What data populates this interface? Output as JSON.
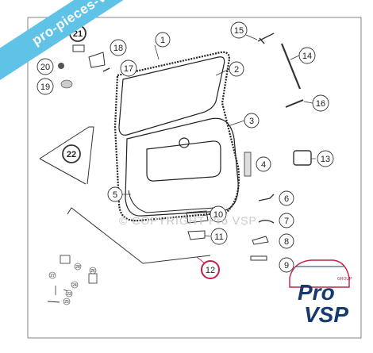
{
  "banner_text": "pro-pieces-vsp.com",
  "watermark_text": "© COPYRIGHT  Pro VSP",
  "logo": {
    "line1": "Pro",
    "line2": "VSP",
    "group": "GROUP"
  },
  "callouts": [
    {
      "id": "c1",
      "label": "1"
    },
    {
      "id": "c2",
      "label": "2"
    },
    {
      "id": "c3",
      "label": "3"
    },
    {
      "id": "c4",
      "label": "4"
    },
    {
      "id": "c5",
      "label": "5"
    },
    {
      "id": "c6",
      "label": "6"
    },
    {
      "id": "c7",
      "label": "7"
    },
    {
      "id": "c8",
      "label": "8"
    },
    {
      "id": "c9",
      "label": "9"
    },
    {
      "id": "c10",
      "label": "10"
    },
    {
      "id": "c11",
      "label": "11"
    },
    {
      "id": "c12",
      "label": "12"
    },
    {
      "id": "c13",
      "label": "13"
    },
    {
      "id": "c14",
      "label": "14"
    },
    {
      "id": "c15",
      "label": "15"
    },
    {
      "id": "c16",
      "label": "16"
    },
    {
      "id": "c17",
      "label": "17"
    },
    {
      "id": "c18",
      "label": "18"
    },
    {
      "id": "c19",
      "label": "19"
    },
    {
      "id": "c20",
      "label": "20"
    },
    {
      "id": "c21",
      "label": "21"
    },
    {
      "id": "c22",
      "label": "22"
    }
  ],
  "small_callouts": [
    {
      "id": "s23",
      "label": "23"
    },
    {
      "id": "s24",
      "label": "24"
    },
    {
      "id": "s25",
      "label": "25"
    },
    {
      "id": "s26",
      "label": "26"
    },
    {
      "id": "s27",
      "label": "27"
    },
    {
      "id": "s28",
      "label": "28"
    }
  ],
  "highlight_color": "#c0204a",
  "brand_color": "#163a6e",
  "banner_color": "#5ec3e6"
}
